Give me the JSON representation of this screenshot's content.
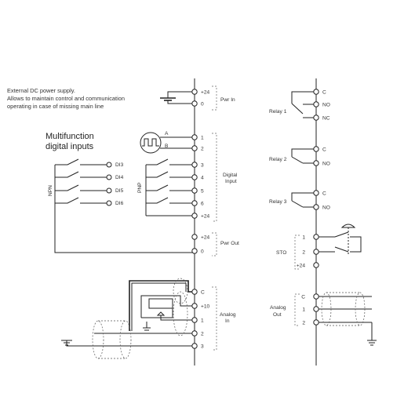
{
  "note": {
    "line1": "External DC power supply.",
    "line2": "Allows to maintain control and communication",
    "line3": "operating in case of missing main line"
  },
  "multifunction": {
    "line1": "Multifunction",
    "line2": "digital inputs"
  },
  "npn_label": "NPN",
  "pnp_label": "PNP",
  "di_labels": [
    "DI3",
    "DI4",
    "DI5",
    "DI6"
  ],
  "left_terminals": {
    "pwr_in": [
      "+24",
      "0"
    ],
    "digital": [
      "1",
      "2",
      "3",
      "4",
      "5",
      "6",
      "+24"
    ],
    "pwr_out": [
      "+24",
      "0"
    ],
    "analog_in": [
      "C",
      "+10",
      "1",
      "2",
      "3"
    ],
    "encoder": [
      "A",
      "B"
    ]
  },
  "group_labels": {
    "pwr_in": "Pwr In",
    "digital_input": [
      "Digital",
      "Input"
    ],
    "pwr_out": "Pwr Out",
    "analog_in": [
      "Analog",
      "In"
    ]
  },
  "relays": [
    {
      "label": "Relay 1",
      "terminals": [
        "C",
        "NO",
        "NC"
      ]
    },
    {
      "label": "Relay 2",
      "terminals": [
        "C",
        "NO"
      ]
    },
    {
      "label": "Relay 3",
      "terminals": [
        "C",
        "NO"
      ]
    }
  ],
  "sto": {
    "label": "STO",
    "terminals": [
      "1",
      "2",
      "+24"
    ]
  },
  "analog_out": {
    "label": [
      "Analog",
      "Out"
    ],
    "terminals": [
      "C",
      "1",
      "2"
    ]
  }
}
